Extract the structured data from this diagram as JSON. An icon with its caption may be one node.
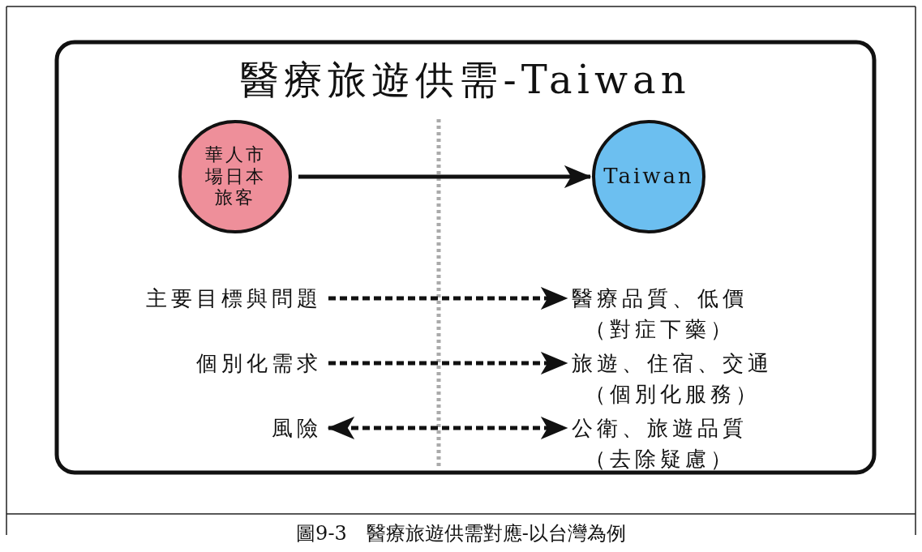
{
  "diagram": {
    "title": "醫療旅遊供需-Taiwan",
    "caption": "圖9-3　醫療旅遊供需對應-以台灣為例",
    "nodes": [
      {
        "text": [
          "華人市場日本旅客"
        ]
      },
      {
        "text": [
          "Taiwan"
        ]
      },
      {
        "text": [
          "主要目標與問題"
        ]
      },
      {
        "text": [
          "醫療品質、低價",
          "（對症下藥）"
        ]
      },
      {
        "text": [
          "個別化需求"
        ]
      },
      {
        "text": [
          "旅遊、住宿、交通",
          "（個別化服務）"
        ]
      },
      {
        "text": [
          "風險"
        ]
      },
      {
        "text": [
          "公衛、旅遊品質",
          "（去除疑慮）"
        ]
      }
    ],
    "edges": [
      {
        "from": 0,
        "to": 1,
        "arrow": "to"
      },
      {
        "from": 2,
        "to": 3,
        "arrow": "to",
        "style": "dashed"
      },
      {
        "from": 4,
        "to": 5,
        "arrow": "to",
        "style": "dashed"
      },
      {
        "from": 6,
        "to": 7,
        "arrow": "both",
        "style": "dashed"
      }
    ]
  }
}
